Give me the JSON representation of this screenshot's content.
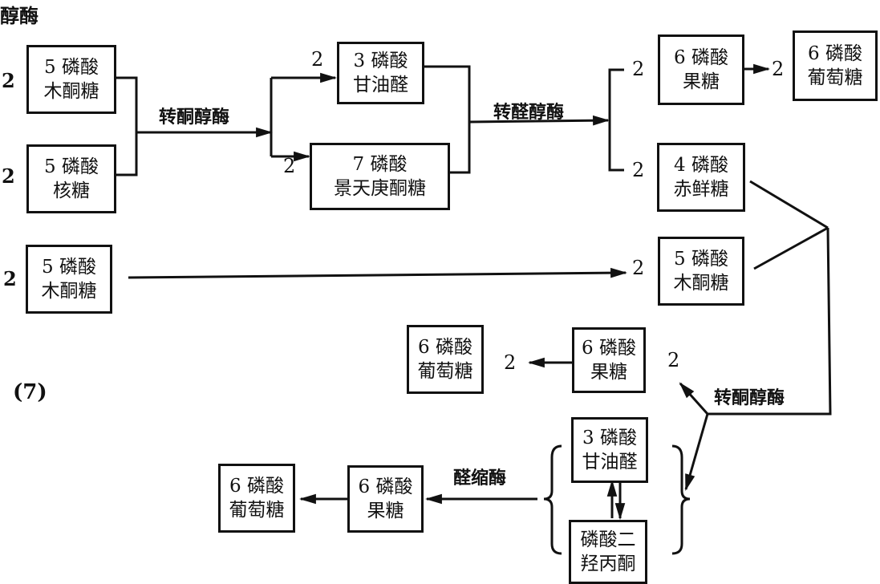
{
  "header": {
    "title_fragment": "醇酶"
  },
  "figure_label": "(7)",
  "enzymes": {
    "transketolase_1": "转酮醇酶",
    "transaldolase": "转醛醇酶",
    "transketolase_2": "转酮醇酶",
    "aldolase": "醛缩酶"
  },
  "nodes": {
    "xylulose5p_a": {
      "coef": "2",
      "line1": "5 磷酸",
      "line2": "木酮糖"
    },
    "ribose5p": {
      "coef": "2",
      "line1": "5 磷酸",
      "line2": "核糖"
    },
    "g3p_a": {
      "coef": "2",
      "line1": "3 磷酸",
      "line2": "甘油醛"
    },
    "sedoheptulose7p": {
      "coef": "2",
      "line1": "7 磷酸",
      "line2": "景天庚酮糖"
    },
    "fructose6p_a": {
      "coef": "2",
      "line1": "6 磷酸",
      "line2": "果糖"
    },
    "glucose6p_a": {
      "coef": "2",
      "line1": "6 磷酸",
      "line2": "葡萄糖"
    },
    "erythrose4p": {
      "coef": "2",
      "line1": "4 磷酸",
      "line2": "赤鲜糖"
    },
    "xylulose5p_b": {
      "coef": "2",
      "line1": "5 磷酸",
      "line2": "木酮糖"
    },
    "xylulose5p_c": {
      "coef": "2",
      "line1": "5 磷酸",
      "line2": "木酮糖"
    },
    "fructose6p_b": {
      "coef": "2",
      "line1": "6 磷酸",
      "line2": "果糖"
    },
    "glucose6p_b": {
      "coef": "2",
      "line1": "6 磷酸",
      "line2": "葡萄糖"
    },
    "g3p_b": {
      "line1": "3 磷酸",
      "line2": "甘油醛"
    },
    "dhap": {
      "line1": "磷酸二",
      "line2": "羟丙酮"
    },
    "fructose6p_c": {
      "line1": "6 磷酸",
      "line2": "果糖"
    },
    "glucose6p_c": {
      "line1": "6 磷酸",
      "line2": "葡萄糖"
    }
  }
}
